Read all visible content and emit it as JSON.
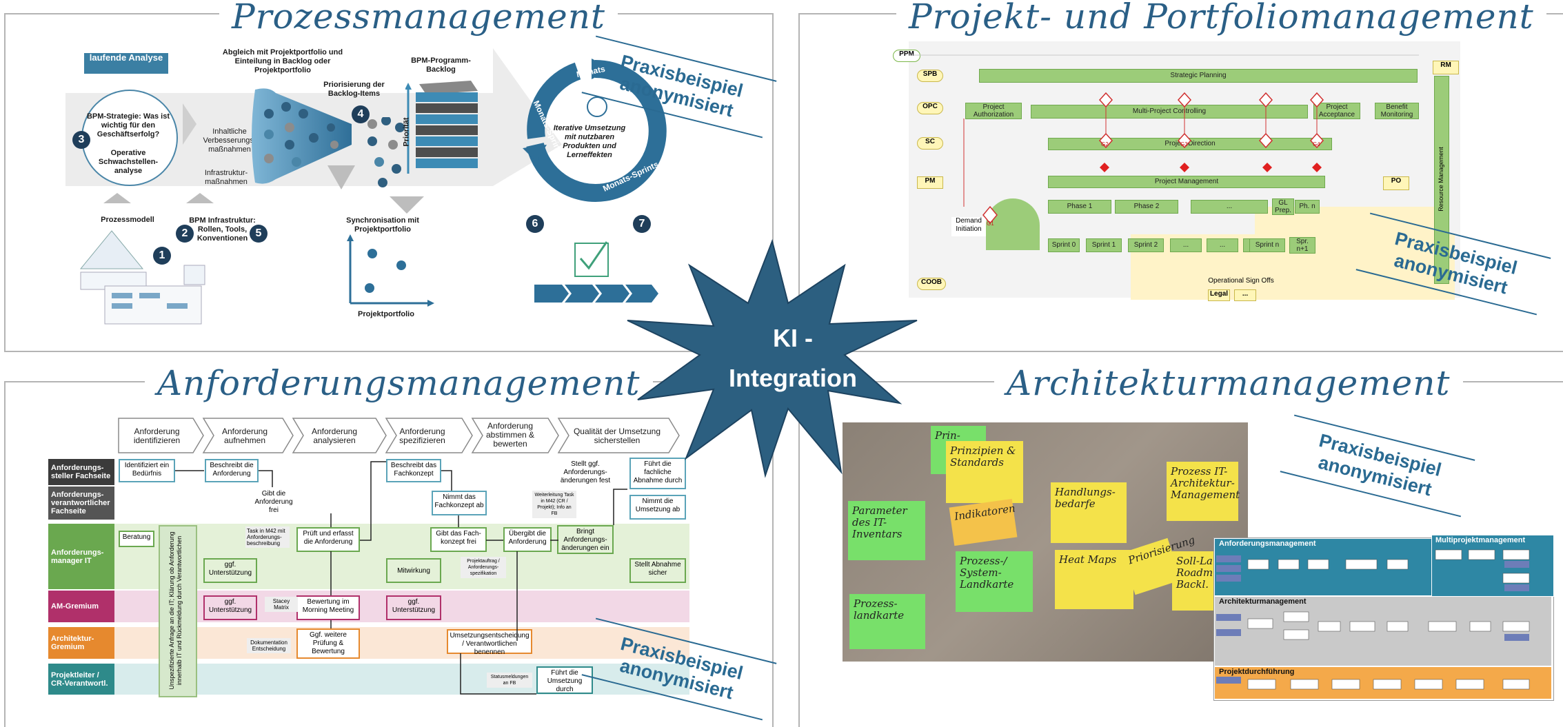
{
  "center": {
    "label_line1": "KI -",
    "label_line2": "Integration",
    "color": "#2c5f80"
  },
  "praxis": {
    "line1": "Praxisbeispiel",
    "line2": "anonymisiert"
  },
  "prozess": {
    "title": "Prozessmanagement",
    "laufende": "laufende Analyse",
    "strategie": "BPM-Strategie: Was ist wichtig für den Geschäftserfolg?",
    "operative": "Operative Schwachstellen-analyse",
    "inhaltlich": "Inhaltliche Verbesserungs-maßnahmen",
    "infrastruktur": "Infrastruktur-maßnahmen",
    "abgleich": "Abgleich mit Projektportfolio und Einteilung in Backlog oder Projektportfolio",
    "priorisierung": "Priorisierung der Backlog-Items",
    "backlog": "BPM-Programm-Backlog",
    "prioritaet": "Priorität",
    "iterative": "Iterative Umsetzung mit nutzbaren Produkten und Lerneffekten",
    "monats": "Monats",
    "monats_sprints": "Monats-Sprints",
    "prozessmodell": "Prozessmodell",
    "bpm_infra": "BPM Infrastruktur: Rollen, Tools, Konventionen",
    "synchronisation": "Synchronisation mit Projektportfolio",
    "projektportfolio": "Projektportfolio",
    "numbers": [
      "1",
      "2",
      "3",
      "4",
      "5",
      "6",
      "7"
    ]
  },
  "ppm": {
    "title": "Projekt- und Portfoliomanagement",
    "roles": [
      "PPM",
      "SPB",
      "OPC",
      "SC",
      "PM",
      "COOB"
    ],
    "rm": "RM",
    "po": "PO",
    "strategic": "Strategic Planning",
    "proj_auth": "Project Authorization",
    "multi": "Multi-Project Controlling",
    "proj_acc": "Project Acceptance",
    "benefit": "Benefit Monitoring",
    "direction": "Project Direction",
    "pm_bar": "Project Management",
    "phase1": "Phase 1",
    "phase2": "Phase 2",
    "dots": "...",
    "gl": "GL Prep.",
    "phn": "Ph. n",
    "demand": "Demand Initiation",
    "sprint0": "Sprint 0",
    "sprint1": "Sprint 1",
    "sprint2": "Sprint 2",
    "sprintn": "Sprint n",
    "sprn1": "Spr. n+1",
    "gates": [
      "G1",
      "G2",
      "G3",
      "G4"
    ],
    "operational": "Operational Sign Offs",
    "legal": "Legal",
    "resource": "Resource Management"
  },
  "anf": {
    "title": "Anforderungsmanagement",
    "steps": [
      "Anforderung identifizieren",
      "Anforderung aufnehmen",
      "Anforderung analysieren",
      "Anforderung spezifizieren",
      "Anforderung abstimmen & bewerten",
      "Qualität der Umsetzung sicherstellen"
    ],
    "roles": [
      "Anforderungs-steller Fachseite",
      "Anforderungs-verantwortlicher Fachseite",
      "Anforderungs-manager IT",
      "AM-Gremium",
      "Architektur-Gremium",
      "Projektleiter / CR-Verantwortl."
    ],
    "boxes": {
      "ident": "Identifiziert ein Bedürfnis",
      "beschreibt": "Beschreibt die Anforderung",
      "gibt_frei": "Gibt die Anforderung frei",
      "beschreibt_fk": "Beschreibt das Fachkonzept",
      "nimmt_fk": "Nimmt das Fachkonzept ab",
      "stellt_ggf": "Stellt ggf. Anforderungs-änderungen fest",
      "fuehrt_abn": "Führt die fachliche Abnahme durch",
      "nimmt_ums": "Nimmt die Umsetzung ab",
      "beratung": "Beratung",
      "ggf1": "ggf. Unterstützung",
      "prueft": "Prüft und erfasst die Anforderung",
      "mitwirkung": "Mitwirkung",
      "gibt_fach": "Gibt das Fach-konzept frei",
      "uebergibt": "Übergibt die Anforderung",
      "bringt": "Bringt Anforderungs-änderungen ein",
      "stellt_abn": "Stellt Abnahme sicher",
      "ggf2": "ggf. Unterstützung",
      "bewertung": "Bewertung im Morning Meeting",
      "ggf3": "ggf. Unterstützung",
      "ggf_weitere": "Ggf. weitere Prüfung & Bewertung",
      "umsetzung_ent": "Umsetzungsentscheidung / Verantwortlichen benennen",
      "fuehrt_ums": "Führt die Umsetzung durch",
      "vertical": "Unspezifizierte Anfrage an die IT; Klärung ob Anforderung innerhalb IT und Rückmeldung durch Verantwortlichen"
    },
    "notes": {
      "task": "Task in M42 mit Anforderungs-beschreibung",
      "stacey": "Stacey Matrix",
      "doku": "Dokumentation Entscheidung",
      "weiterleitung": "Weiterleitung Task in M42 (CR / Projekt); Info an FB",
      "projekt": "Projektauftrag / Anforderungs-spezifikation",
      "status": "Statusmeldungen an FB"
    }
  },
  "arch": {
    "title": "Architekturmanagement",
    "stickies": [
      "Parameter des IT-Inventars",
      "Prinzipien & Standards",
      "Indikatoren",
      "Prozess-/ System-Landkarte",
      "Prozess-landkarte",
      "Handlungs-bedarfe",
      "Heat Maps",
      "Priorisierung",
      "Soll-Landk. Roadm. Backl.",
      "Prozess IT-Architektur-Management",
      "Prin-"
    ],
    "mini_headers": [
      "Anforderungsmanagement",
      "Multiprojektmanagement",
      "Architekturmanagement",
      "Projektdurchführung"
    ]
  }
}
